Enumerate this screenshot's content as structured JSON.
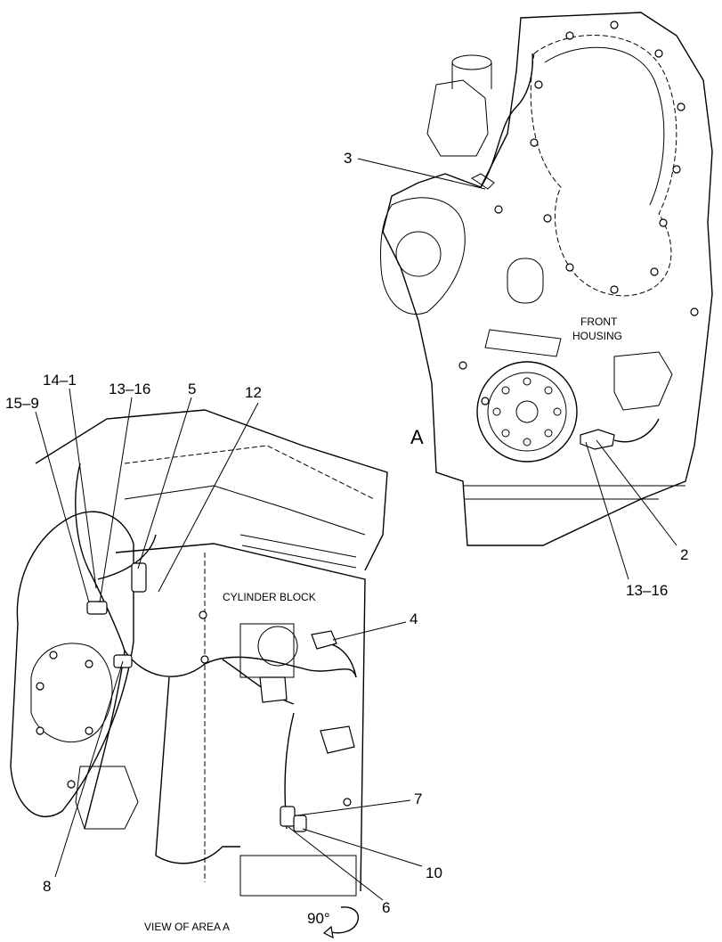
{
  "labels": {
    "front_housing_line1": "FRONT",
    "front_housing_line2": "HOUSING",
    "cylinder_block": "CYLINDER BLOCK",
    "view_letter": "A",
    "view_caption": "VIEW OF AREA  A",
    "rotation": "90°"
  },
  "callouts": {
    "c3": "3",
    "c2": "2",
    "c13_16_right": "13–16",
    "c14_1": "14–1",
    "c13_16_left": "13–16",
    "c5": "5",
    "c12": "12",
    "c15_9": "15–9",
    "c4": "4",
    "c7": "7",
    "c10": "10",
    "c6": "6",
    "c8": "8"
  }
}
